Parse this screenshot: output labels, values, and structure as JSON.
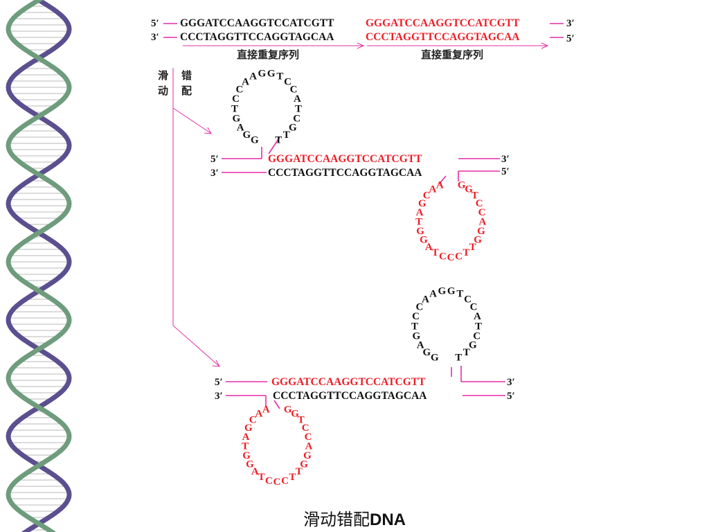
{
  "colors": {
    "black": "#111111",
    "red": "#ee1c25",
    "magenta": "#e62ba6",
    "helix_purple": "#5c4f8f",
    "helix_green": "#6e9c7c"
  },
  "labels": {
    "five_prime": "5′",
    "three_prime": "3′",
    "direct_repeat": "直接重复序列",
    "slip_a": "滑",
    "slip_b": "动",
    "slip_c": "错",
    "slip_d": "配",
    "caption_cn": "滑动错配",
    "caption_en": "DNA"
  },
  "sequences": {
    "top_strand": "GGGATCCAAGGTCCATCGTT",
    "bottom_strand": "CCCTAGGTTCCAGGTAGCAA"
  },
  "loops": {
    "top_loop_letters": [
      "G",
      "G",
      "A",
      "G",
      "T",
      "C",
      "C",
      "A",
      "A",
      "G",
      "G",
      "T",
      "C",
      "C",
      "A",
      "T",
      "C",
      "G",
      "T",
      "T"
    ],
    "bottom_loop_letters": [
      "G",
      "G",
      "T",
      "C",
      "C",
      "A",
      "G",
      "G",
      "T",
      "T",
      "C",
      "C",
      "C",
      "T",
      "A",
      "G",
      "G",
      "T",
      "A",
      "G",
      "C",
      "A",
      "A"
    ]
  }
}
